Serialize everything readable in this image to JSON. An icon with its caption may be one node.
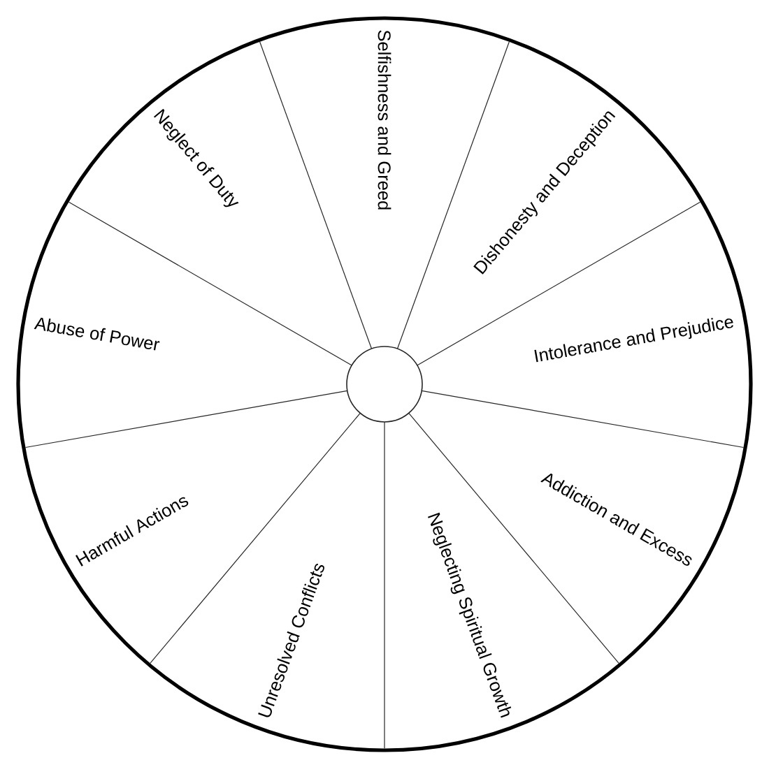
{
  "diagram": {
    "nodes": [
      {
        "text": [
          "Selfishness and Greed"
        ]
      },
      {
        "text": [
          "Dishonesty and Deception"
        ]
      },
      {
        "text": [
          "Intolerance and Prejudice"
        ]
      },
      {
        "text": [
          "Addiction and Excess"
        ]
      },
      {
        "text": [
          "Neglecting Spiritual Growth"
        ]
      },
      {
        "text": [
          "Unresolved Conflicts"
        ]
      },
      {
        "text": [
          "Harmful Actions"
        ]
      },
      {
        "text": [
          "Abuse of Power"
        ]
      },
      {
        "text": [
          "Neglect of Duty"
        ]
      }
    ]
  }
}
